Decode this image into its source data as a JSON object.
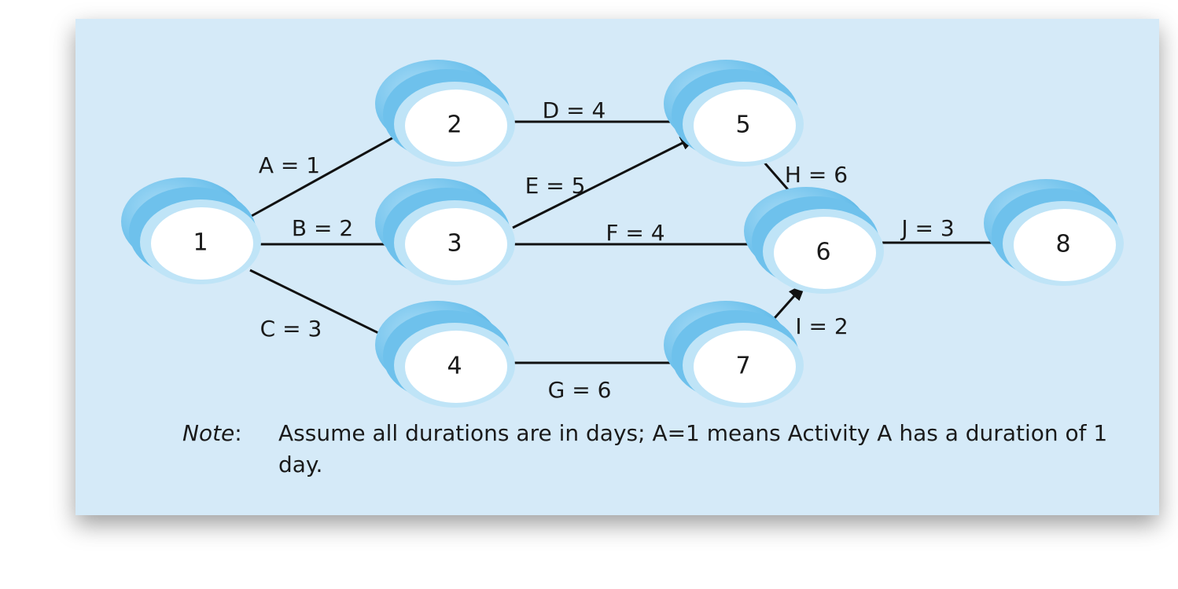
{
  "nodes": [
    {
      "id": "1",
      "label": "1"
    },
    {
      "id": "2",
      "label": "2"
    },
    {
      "id": "3",
      "label": "3"
    },
    {
      "id": "4",
      "label": "4"
    },
    {
      "id": "5",
      "label": "5"
    },
    {
      "id": "6",
      "label": "6"
    },
    {
      "id": "7",
      "label": "7"
    },
    {
      "id": "8",
      "label": "8"
    }
  ],
  "edges": [
    {
      "from": "1",
      "to": "2",
      "label": "A = 1"
    },
    {
      "from": "1",
      "to": "3",
      "label": "B = 2"
    },
    {
      "from": "1",
      "to": "4",
      "label": "C = 3"
    },
    {
      "from": "2",
      "to": "5",
      "label": "D = 4"
    },
    {
      "from": "3",
      "to": "5",
      "label": "E = 5"
    },
    {
      "from": "3",
      "to": "6",
      "label": "F = 4"
    },
    {
      "from": "4",
      "to": "7",
      "label": "G = 6"
    },
    {
      "from": "5",
      "to": "6",
      "label": "H = 6"
    },
    {
      "from": "7",
      "to": "6",
      "label": "I = 2"
    },
    {
      "from": "6",
      "to": "8",
      "label": "J = 3"
    }
  ],
  "note": {
    "prefix": "Note",
    "text": "Assume all durations are in days; A=1 means Activity A has a duration of 1 day."
  },
  "colors": {
    "background": "#d5eaf8",
    "node_body": "#6ec1ec",
    "node_face": "#ffffff",
    "arrow": "#111111"
  }
}
